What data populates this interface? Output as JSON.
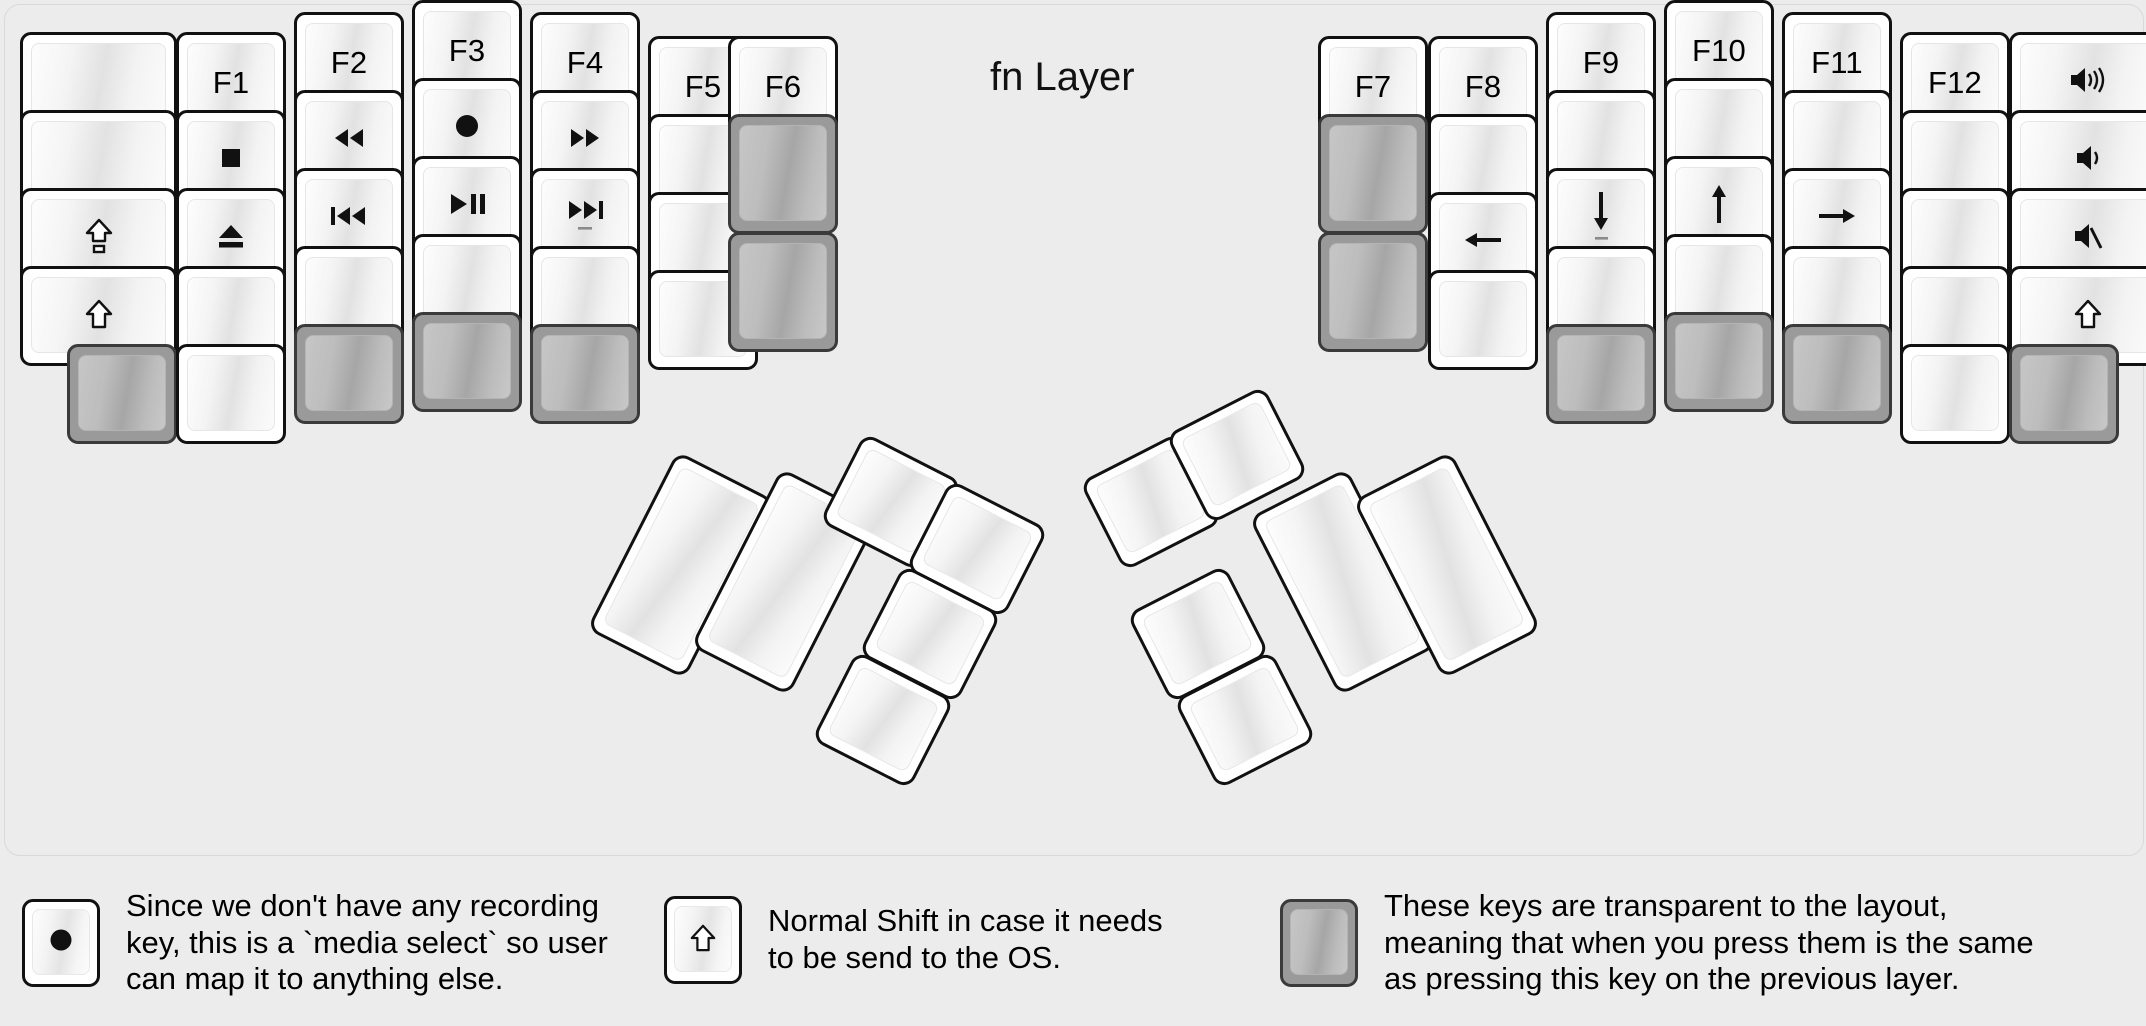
{
  "title": "fn Layer",
  "colors": {
    "background": "#ececec",
    "key_border": "#111111",
    "key_face": "#ffffff",
    "transparent_key": "#9a9a9a",
    "text": "#000000"
  },
  "left_half": {
    "columns": [
      {
        "name": "col-pinky-outer",
        "keys": [
          {
            "label": "",
            "icon": "",
            "type": "normal",
            "size": "wide"
          },
          {
            "label": "",
            "icon": "",
            "type": "normal",
            "size": "wide"
          },
          {
            "label": "",
            "icon": "shift-caps-icon",
            "type": "normal",
            "size": "wide"
          },
          {
            "label": "",
            "icon": "shift-icon",
            "type": "normal",
            "size": "wide"
          },
          {
            "label": "",
            "icon": "",
            "type": "transparent",
            "size": "unit"
          }
        ]
      },
      {
        "name": "col-pinky",
        "keys": [
          {
            "label": "F1",
            "icon": "",
            "type": "normal",
            "size": "unit"
          },
          {
            "label": "",
            "icon": "media-stop-icon",
            "type": "normal",
            "size": "unit"
          },
          {
            "label": "",
            "icon": "media-eject-icon",
            "type": "normal",
            "size": "unit"
          },
          {
            "label": "",
            "icon": "",
            "type": "normal",
            "size": "unit"
          },
          {
            "label": "",
            "icon": "",
            "type": "normal",
            "size": "unit"
          }
        ]
      },
      {
        "name": "col-ring",
        "keys": [
          {
            "label": "F2",
            "icon": "",
            "type": "normal",
            "size": "unit"
          },
          {
            "label": "",
            "icon": "media-rewind-icon",
            "type": "normal",
            "size": "unit"
          },
          {
            "label": "",
            "icon": "media-prev-track-icon",
            "type": "normal",
            "size": "unit"
          },
          {
            "label": "",
            "icon": "",
            "type": "normal",
            "size": "unit"
          },
          {
            "label": "",
            "icon": "",
            "type": "transparent",
            "size": "unit"
          }
        ]
      },
      {
        "name": "col-middle",
        "keys": [
          {
            "label": "F3",
            "icon": "",
            "type": "normal",
            "size": "unit"
          },
          {
            "label": "",
            "icon": "media-record-icon",
            "type": "normal",
            "size": "unit"
          },
          {
            "label": "",
            "icon": "media-play-pause-icon",
            "type": "normal",
            "size": "unit"
          },
          {
            "label": "",
            "icon": "",
            "type": "normal",
            "size": "unit"
          },
          {
            "label": "",
            "icon": "",
            "type": "transparent",
            "size": "unit"
          }
        ]
      },
      {
        "name": "col-index",
        "keys": [
          {
            "label": "F4",
            "icon": "",
            "type": "normal",
            "size": "unit"
          },
          {
            "label": "",
            "icon": "media-fast-forward-icon",
            "type": "normal",
            "size": "unit"
          },
          {
            "label": "",
            "icon": "media-next-track-icon",
            "type": "normal",
            "size": "unit"
          },
          {
            "label": "",
            "icon": "",
            "type": "normal",
            "size": "unit"
          },
          {
            "label": "",
            "icon": "",
            "type": "transparent",
            "size": "unit"
          }
        ]
      },
      {
        "name": "col-index-inner",
        "keys": [
          {
            "label": "F5",
            "icon": "",
            "type": "normal",
            "size": "unit"
          },
          {
            "label": "",
            "icon": "",
            "type": "normal",
            "size": "unit"
          },
          {
            "label": "",
            "icon": "",
            "type": "normal",
            "size": "unit"
          },
          {
            "label": "",
            "icon": "",
            "type": "normal",
            "size": "unit"
          }
        ]
      },
      {
        "name": "col-inner",
        "keys": [
          {
            "label": "F6",
            "icon": "",
            "type": "normal",
            "size": "unit"
          },
          {
            "label": "",
            "icon": "",
            "type": "transparent",
            "size": "tall"
          },
          {
            "label": "",
            "icon": "",
            "type": "transparent",
            "size": "tall"
          }
        ]
      }
    ],
    "thumb_cluster": [
      {
        "name": "thumb-big-1",
        "size": "2u-vertical",
        "type": "normal"
      },
      {
        "name": "thumb-big-2",
        "size": "2u-vertical",
        "type": "normal"
      },
      {
        "name": "thumb-small-1",
        "size": "unit",
        "type": "normal"
      },
      {
        "name": "thumb-small-2",
        "size": "unit",
        "type": "normal"
      },
      {
        "name": "thumb-small-3",
        "size": "unit",
        "type": "normal"
      },
      {
        "name": "thumb-small-4",
        "size": "unit",
        "type": "normal"
      }
    ]
  },
  "right_half": {
    "columns": [
      {
        "name": "col-inner",
        "keys": [
          {
            "label": "F7",
            "icon": "",
            "type": "normal",
            "size": "unit"
          },
          {
            "label": "",
            "icon": "",
            "type": "transparent",
            "size": "tall"
          },
          {
            "label": "",
            "icon": "",
            "type": "transparent",
            "size": "tall"
          }
        ]
      },
      {
        "name": "col-index-inner",
        "keys": [
          {
            "label": "F8",
            "icon": "",
            "type": "normal",
            "size": "unit"
          },
          {
            "label": "",
            "icon": "",
            "type": "normal",
            "size": "unit"
          },
          {
            "label": "",
            "icon": "arrow-left-icon",
            "type": "normal",
            "size": "unit"
          },
          {
            "label": "",
            "icon": "",
            "type": "normal",
            "size": "unit"
          }
        ]
      },
      {
        "name": "col-index",
        "keys": [
          {
            "label": "F9",
            "icon": "",
            "type": "normal",
            "size": "unit"
          },
          {
            "label": "",
            "icon": "",
            "type": "normal",
            "size": "unit"
          },
          {
            "label": "",
            "icon": "arrow-down-icon",
            "type": "normal",
            "size": "unit"
          },
          {
            "label": "",
            "icon": "",
            "type": "normal",
            "size": "unit"
          },
          {
            "label": "",
            "icon": "",
            "type": "transparent",
            "size": "unit"
          }
        ]
      },
      {
        "name": "col-middle",
        "keys": [
          {
            "label": "F10",
            "icon": "",
            "type": "normal",
            "size": "unit"
          },
          {
            "label": "",
            "icon": "",
            "type": "normal",
            "size": "unit"
          },
          {
            "label": "",
            "icon": "arrow-up-icon",
            "type": "normal",
            "size": "unit"
          },
          {
            "label": "",
            "icon": "",
            "type": "normal",
            "size": "unit"
          },
          {
            "label": "",
            "icon": "",
            "type": "transparent",
            "size": "unit"
          }
        ]
      },
      {
        "name": "col-ring",
        "keys": [
          {
            "label": "F11",
            "icon": "",
            "type": "normal",
            "size": "unit"
          },
          {
            "label": "",
            "icon": "",
            "type": "normal",
            "size": "unit"
          },
          {
            "label": "",
            "icon": "arrow-right-icon",
            "type": "normal",
            "size": "unit"
          },
          {
            "label": "",
            "icon": "",
            "type": "normal",
            "size": "unit"
          },
          {
            "label": "",
            "icon": "",
            "type": "transparent",
            "size": "unit"
          }
        ]
      },
      {
        "name": "col-pinky",
        "keys": [
          {
            "label": "F12",
            "icon": "",
            "type": "normal",
            "size": "unit"
          },
          {
            "label": "",
            "icon": "",
            "type": "normal",
            "size": "unit"
          },
          {
            "label": "",
            "icon": "",
            "type": "normal",
            "size": "unit"
          },
          {
            "label": "",
            "icon": "",
            "type": "normal",
            "size": "unit"
          },
          {
            "label": "",
            "icon": "",
            "type": "normal",
            "size": "unit"
          }
        ]
      },
      {
        "name": "col-pinky-outer",
        "keys": [
          {
            "label": "",
            "icon": "volume-up-icon",
            "type": "normal",
            "size": "wide"
          },
          {
            "label": "",
            "icon": "volume-down-icon",
            "type": "normal",
            "size": "wide"
          },
          {
            "label": "",
            "icon": "volume-mute-icon",
            "type": "normal",
            "size": "wide"
          },
          {
            "label": "",
            "icon": "shift-icon",
            "type": "normal",
            "size": "wide"
          },
          {
            "label": "",
            "icon": "",
            "type": "transparent",
            "size": "unit"
          }
        ]
      }
    ],
    "thumb_cluster": [
      {
        "name": "thumb-small-1",
        "size": "unit",
        "type": "normal"
      },
      {
        "name": "thumb-small-2",
        "size": "unit",
        "type": "normal"
      },
      {
        "name": "thumb-small-3",
        "size": "unit",
        "type": "normal"
      },
      {
        "name": "thumb-small-4",
        "size": "unit",
        "type": "normal"
      },
      {
        "name": "thumb-big-1",
        "size": "2u-vertical",
        "type": "normal"
      },
      {
        "name": "thumb-big-2",
        "size": "2u-vertical",
        "type": "normal"
      }
    ]
  },
  "legends": [
    {
      "icon": "media-record-icon",
      "key_type": "normal",
      "text": "Since we don't have any recording\nkey, this is a `media select` so user\ncan map it to anything else."
    },
    {
      "icon": "shift-icon",
      "key_type": "normal",
      "text": "Normal Shift in case it needs\nto be send to the OS."
    },
    {
      "icon": "",
      "key_type": "transparent",
      "text": "These keys are transparent to the layout,\nmeaning that when you press them is the same\nas pressing this key on the previous layer."
    }
  ]
}
